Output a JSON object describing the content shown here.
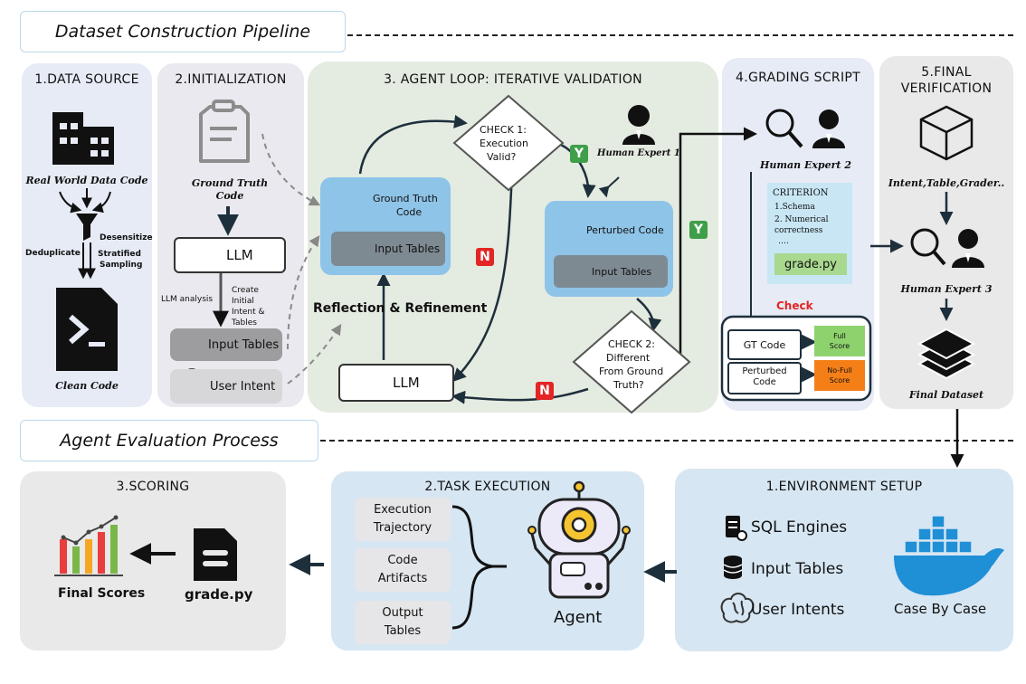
{
  "sections": {
    "construction": "Dataset Construction Pipeline",
    "evaluation": "Agent Evaluation Process"
  },
  "data_source": {
    "title": "1.DATA SOURCE",
    "real_world": "Real World Data Code",
    "deduplicate": "Deduplicate",
    "desensitize": "Desensitize",
    "stratified_1": "Stratified",
    "stratified_2": "Sampling",
    "clean_code": "Clean Code"
  },
  "initialization": {
    "title": "2.INITIALIZATION",
    "gt_code_1": "Ground Truth",
    "gt_code_2": "Code",
    "llm": "LLM",
    "llm_analysis": "LLM analysis",
    "create_1": "Create",
    "create_2": "Initial",
    "create_3": "Intent &",
    "create_4": "Tables",
    "input_tables": "Input Tables",
    "user_intent": "User Intent"
  },
  "agent_loop": {
    "title": "3. AGENT LOOP: ITERATIVE VALIDATION",
    "gt_code_1": "Ground Truth",
    "gt_code_2": "Code",
    "input_tables": "Input Tables",
    "check1_1": "CHECK 1:",
    "check1_2": "Execution",
    "check1_3": "Valid?",
    "human_expert_1": "Human Expert 1",
    "perturbed_code": "Perturbed  Code",
    "input_tables_2": "Input Tables",
    "reflection": "Reflection & Refinement",
    "llm": "LLM",
    "check2_1": "CHECK 2:",
    "check2_2": "Different",
    "check2_3": "From Ground",
    "check2_4": "Truth?",
    "yes": "Y",
    "no": "N"
  },
  "grading": {
    "title": "4.GRADING SCRIPT",
    "human_expert_2": "Human Expert 2",
    "criterion": "CRITERION",
    "schema": "1.Schema",
    "numerical_1": "2. Numerical",
    "numerical_2": "correctness",
    "dots": "….",
    "grade_file": "grade.py",
    "check": "Check",
    "gt_code": "GT Code",
    "perturbed_1": "Perturbed",
    "perturbed_2": "Code",
    "full_1": "Full",
    "full_2": "Score",
    "nofull_1": "No-Full",
    "nofull_2": "Score"
  },
  "final_verification": {
    "title_1": "5.FINAL",
    "title_2": "VERIFICATION",
    "intent": "Intent,Table,Grader..",
    "human_expert_3": "Human Expert 3",
    "final_dataset": "Final Dataset"
  },
  "scoring": {
    "title": "3.SCORING",
    "final_scores": "Final Scores",
    "grade_file": "grade.py"
  },
  "task_execution": {
    "title": "2.TASK EXECUTION",
    "traj_1": "Execution",
    "traj_2": "Trajectory",
    "code_1": "Code",
    "code_2": "Artifacts",
    "out_1": "Output",
    "out_2": "Tables",
    "agent": "Agent"
  },
  "environment": {
    "title": "1.ENVIRONMENT  SETUP",
    "sql": "SQL Engines",
    "input_tables": "Input Tables",
    "user_intents": "User Intents",
    "case": "Case By Case"
  },
  "colors": {
    "panel_blue": "#e6ebf5",
    "loop_green": "#e4ebe0",
    "card_blue": "#8ec4e8",
    "yes_green": "#3f9e4a",
    "no_red": "#e32525",
    "full_green": "#8ed26e",
    "nofull_orange": "#f57f17",
    "docker_blue": "#1f8fd6"
  }
}
